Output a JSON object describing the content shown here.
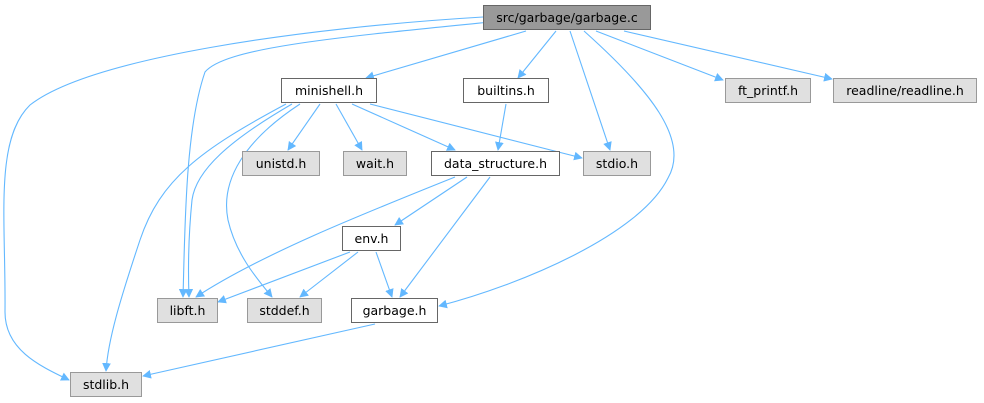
{
  "colors": {
    "edge": "#63b8ff",
    "root_fill": "#999999",
    "system_fill": "#e0e0e0",
    "local_fill": "#ffffff"
  },
  "nodes": {
    "garbage_c": {
      "label": "src/garbage/garbage.c",
      "kind": "root"
    },
    "minishell_h": {
      "label": "minishell.h",
      "kind": "local"
    },
    "builtins_h": {
      "label": "builtins.h",
      "kind": "local"
    },
    "ft_printf_h": {
      "label": "ft_printf.h",
      "kind": "system"
    },
    "readline_h": {
      "label": "readline/readline.h",
      "kind": "system"
    },
    "unistd_h": {
      "label": "unistd.h",
      "kind": "system"
    },
    "wait_h": {
      "label": "wait.h",
      "kind": "system"
    },
    "data_structure_h": {
      "label": "data_structure.h",
      "kind": "local"
    },
    "stdio_h": {
      "label": "stdio.h",
      "kind": "system"
    },
    "env_h": {
      "label": "env.h",
      "kind": "local"
    },
    "libft_h": {
      "label": "libft.h",
      "kind": "system"
    },
    "stddef_h": {
      "label": "stddef.h",
      "kind": "system"
    },
    "garbage_h": {
      "label": "garbage.h",
      "kind": "local"
    },
    "stdlib_h": {
      "label": "stdlib.h",
      "kind": "system"
    }
  },
  "edges": [
    [
      "garbage_c",
      "minishell_h"
    ],
    [
      "garbage_c",
      "builtins_h"
    ],
    [
      "garbage_c",
      "ft_printf_h"
    ],
    [
      "garbage_c",
      "readline_h"
    ],
    [
      "garbage_c",
      "stdio_h"
    ],
    [
      "garbage_c",
      "garbage_h"
    ],
    [
      "garbage_c",
      "libft_h"
    ],
    [
      "garbage_c",
      "stdlib_h"
    ],
    [
      "minishell_h",
      "unistd_h"
    ],
    [
      "minishell_h",
      "wait_h"
    ],
    [
      "minishell_h",
      "data_structure_h"
    ],
    [
      "minishell_h",
      "stdio_h"
    ],
    [
      "minishell_h",
      "libft_h"
    ],
    [
      "minishell_h",
      "stddef_h"
    ],
    [
      "minishell_h",
      "stdlib_h"
    ],
    [
      "builtins_h",
      "data_structure_h"
    ],
    [
      "data_structure_h",
      "env_h"
    ],
    [
      "data_structure_h",
      "libft_h"
    ],
    [
      "data_structure_h",
      "garbage_h"
    ],
    [
      "env_h",
      "libft_h"
    ],
    [
      "env_h",
      "stddef_h"
    ],
    [
      "env_h",
      "garbage_h"
    ],
    [
      "garbage_h",
      "stdlib_h"
    ]
  ]
}
